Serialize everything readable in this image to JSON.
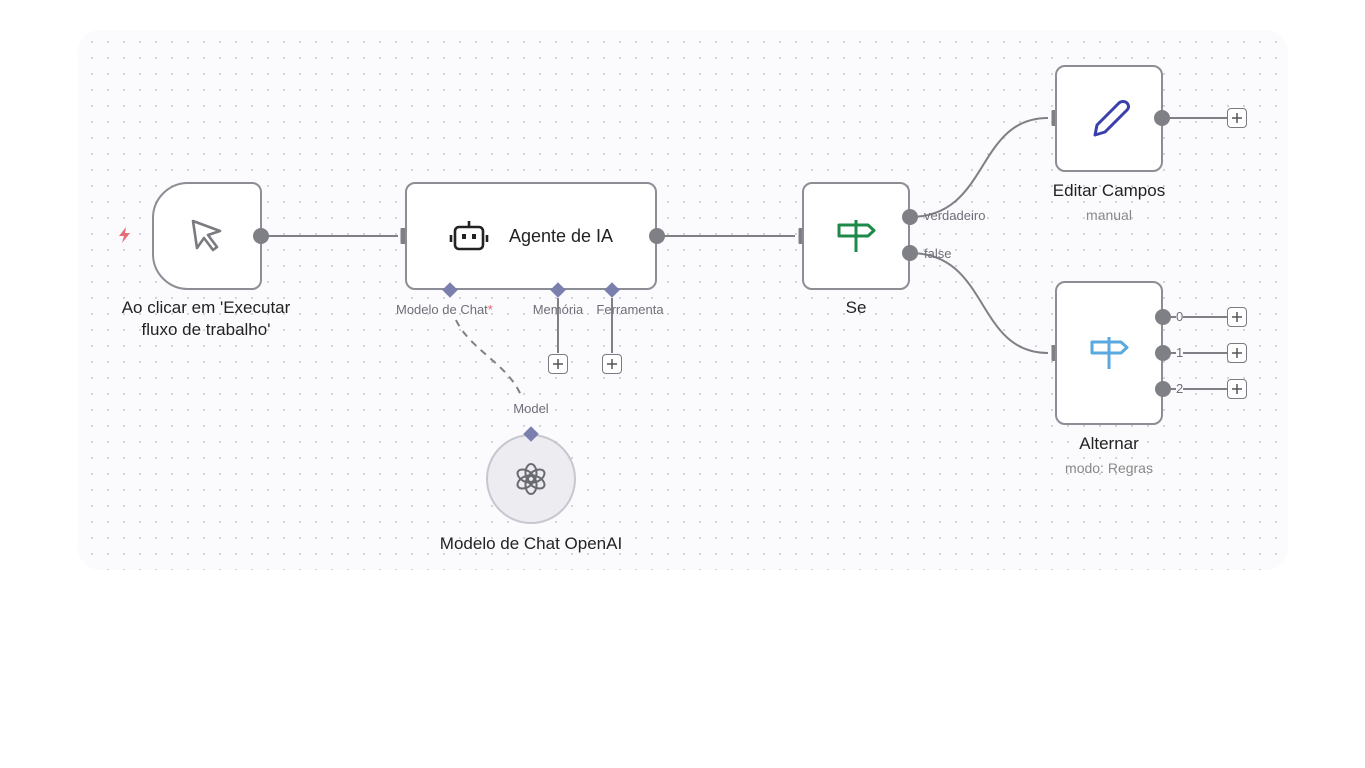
{
  "canvas": {
    "trigger": {
      "title": "Ao clicar em 'Executar fluxo de trabalho'",
      "title_line1": "Ao clicar em 'Executar",
      "title_line2": "fluxo de trabalho'"
    },
    "agent": {
      "title": "Agente de IA",
      "ports": {
        "chat_model": "Modelo de Chat",
        "required_marker": "*",
        "memory": "Memória",
        "tool": "Ferramenta"
      }
    },
    "if_node": {
      "title": "Se",
      "outputs": {
        "true": "verdadeiro",
        "false": "false"
      }
    },
    "edit_fields": {
      "title": "Editar Campos",
      "subtitle": "manual"
    },
    "switch_node": {
      "title": "Alternar",
      "subtitle": "modo: Regras",
      "outputs": [
        "0",
        "1",
        "2"
      ]
    },
    "openai": {
      "title": "Modelo de Chat OpenAI",
      "port_label": "Model"
    }
  },
  "colors": {
    "accent_required": "#e25f6a",
    "trigger_bolt": "#e36c75",
    "if_icon": "#1d8a4a",
    "pen_icon": "#3a3fae",
    "switch_icon": "#59a9e0",
    "port_diamond": "#7a7fae"
  }
}
